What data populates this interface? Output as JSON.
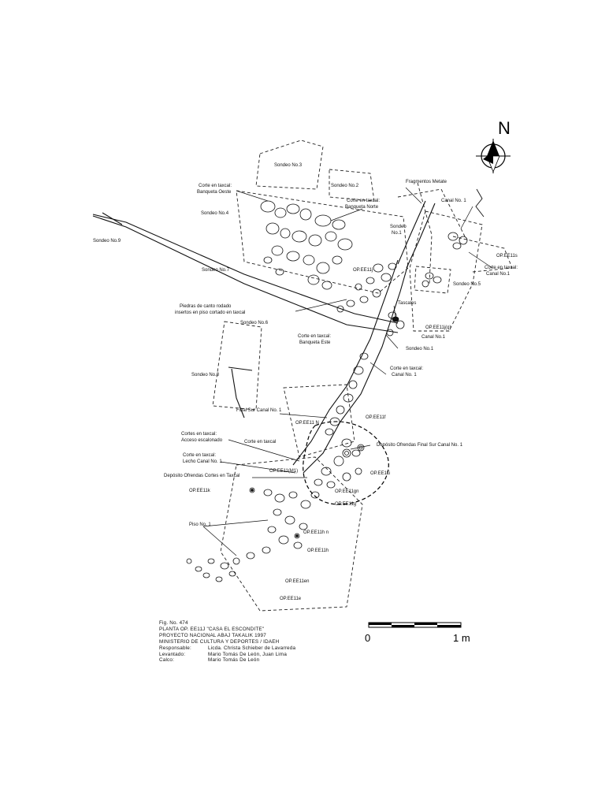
{
  "north_label": "N",
  "labels": {
    "sondeo_3": "Sondeo No.3",
    "sondeo_2": "Sondeo No.2",
    "sondeo_4": "Sondeo No.4",
    "sondeo_9": "Sondeo No.9",
    "sondeo_7": "Sondeo No.7",
    "sondeo_6": "Sondeo No.6",
    "sondeo_8": "Sondeo No.8",
    "sondeo_5": "Sondeo No.5",
    "sondeo_1a": "Sondeo",
    "sondeo_1b": "No.1",
    "sondeo_1_lower": "Sondeo No.1",
    "corte_oeste_1": "Corte en taxcal:",
    "corte_oeste_2": "Banqueta Oeste",
    "corte_norte_1": "Corte en taxcal:",
    "corte_norte_2": "Banqueta Norte",
    "fragmentos": "Fragmentos Metate",
    "canal_1_top": "Canal No. 1",
    "opee11s_ne": "OP.EE11s",
    "corte_canal_ne_1": "Corte en taxcal:",
    "corte_canal_ne_2": "Canal No.1",
    "opee11j": "OP.EE11j",
    "piedras_1": "Piedras de canto rodado",
    "piedras_2": "insertos en piso cortado en taxcal",
    "tascales": "Tascales",
    "opee11q": "OP.EE11j(q)",
    "canal_1_mid": "Canal No.1",
    "corte_este_1": "Corte en taxcal:",
    "corte_este_2": "Banqueta Este",
    "corte_canal_1": "Corte en taxcal:",
    "corte_canal_2": "Canal No. 1",
    "final_sur": "Final Sur Canal No. 1",
    "opee11n": "OP.EE11 N",
    "opee11f": "OP.EE11f",
    "cortes_acceso_1": "Cortes en taxcal:",
    "cortes_acceso_2": "Acceso escalonado",
    "corte_en_taxcal": "Corte en taxcal",
    "deposito_final": "Depósito Ofrendas Final Sur Canal No. 1",
    "corte_lecho_1": "Corte en taxcal:",
    "corte_lecho_2": "Lecho Canal No. 1",
    "opee11m": "OP.EE11(M1)",
    "opee11i": "OP.EE11i",
    "deposito_cortes": "Depósito Ofrendas Cortes en Taxcal",
    "opee11k": "OP.EE11k",
    "opee11gn": "OP.EE11gn",
    "opee11g": "OP.EE11g",
    "piso_1": "Piso No. 1",
    "opee11hn": "OP.EE11h n",
    "opee11h": "OP.EE11h",
    "opee11en": "OP.EE11en",
    "opee11e": "OP.EE11e"
  },
  "caption": {
    "fig": "Fig. No. 474",
    "title": "PLANTA OP. EE11J \"CASA EL ESCONDITE\"",
    "project": "PROYECTO NACIONAL ABAJ TAKALIK 1997",
    "ministry": "MINISTERIO DE CULTURA Y DEPORTES / IDAEH",
    "responsable_key": "Responsable:",
    "responsable_val": "Licda. Christa Schieber de Lavarreda",
    "levantado_key": "Levantado:",
    "levantado_val": "Mario Tomás De León, Juan Lima",
    "calco_key": "Calco:",
    "calco_val": "Mario Tomás De León"
  },
  "scale": {
    "start_label": "0",
    "end_label": "1 m"
  }
}
